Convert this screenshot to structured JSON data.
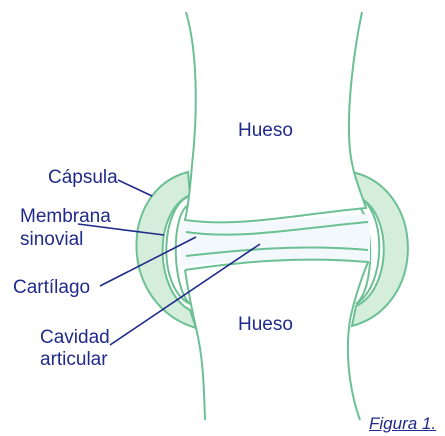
{
  "labels": {
    "bone_top": "Hueso",
    "bone_bottom": "Hueso",
    "capsula": "Cápsula",
    "membrana_line1": "Membrana",
    "membrana_line2": "sinovial",
    "cartilago": "Cartílago",
    "cavidad_line1": "Cavidad",
    "cavidad_line2": "articular"
  },
  "caption": "Figura 1.",
  "colors": {
    "capsule_fill": "#d4eedb",
    "bone_outline": "#6cc094",
    "joint_fill": "#f2f8fb",
    "label_text": "#1f2a8a",
    "pointer_line": "#1f2a8a"
  }
}
